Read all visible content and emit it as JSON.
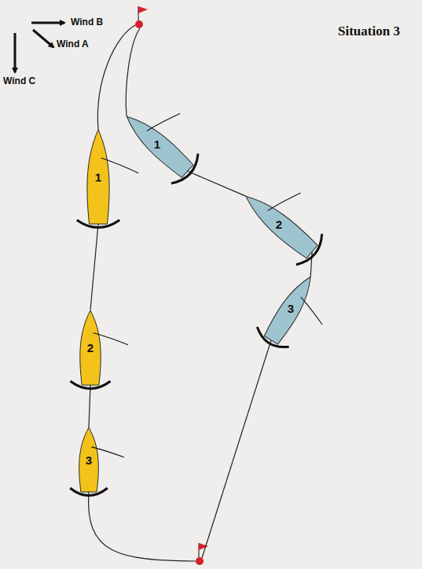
{
  "diagram": {
    "title": "Situation 3",
    "nodes": [
      {
        "text": [
          "1"
        ]
      },
      {
        "text": [
          "2"
        ]
      },
      {
        "text": [
          "3"
        ]
      },
      {
        "text": [
          "1"
        ]
      },
      {
        "text": [
          "2"
        ]
      },
      {
        "text": [
          "3"
        ]
      }
    ],
    "edges": [
      {
        "from": 0,
        "to": 1,
        "arrow": "none"
      },
      {
        "from": 1,
        "to": 2,
        "arrow": "none"
      },
      {
        "from": 3,
        "to": 4,
        "arrow": "none"
      },
      {
        "from": 4,
        "to": 5,
        "arrow": "none"
      }
    ],
    "labels": [
      "Wind B",
      "Wind A",
      "Wind C"
    ]
  }
}
